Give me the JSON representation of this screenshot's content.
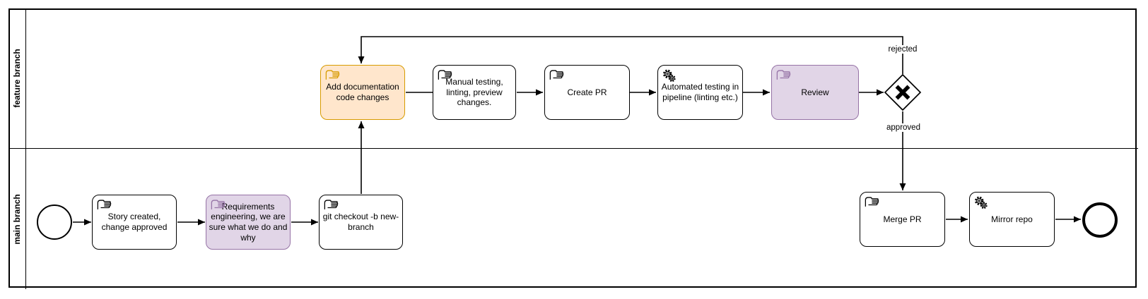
{
  "diagram_type": "BPMN process diagram (git branching workflow)",
  "lanes": [
    {
      "id": "feature-branch",
      "label": "feature branch"
    },
    {
      "id": "main-branch",
      "label": "main branch"
    }
  ],
  "nodes": {
    "start_event": {
      "type": "start-event"
    },
    "story_created": {
      "label": "Story created, change approved",
      "task_type": "manual",
      "lane": "main-branch"
    },
    "requirements_engineering": {
      "label": "Requirements engineering, we are sure what we do and why",
      "task_type": "manual",
      "lane": "main-branch",
      "highlight": "purple"
    },
    "git_checkout": {
      "label": "git checkout -b new-branch",
      "task_type": "manual",
      "lane": "main-branch"
    },
    "add_documentation": {
      "label": "Add documentation code changes",
      "task_type": "manual",
      "lane": "feature-branch",
      "highlight": "orange"
    },
    "manual_testing": {
      "label": "Manual testing, linting, preview changes.",
      "task_type": "manual",
      "lane": "feature-branch"
    },
    "create_pr": {
      "label": "Create PR",
      "task_type": "manual",
      "lane": "feature-branch"
    },
    "automated_testing": {
      "label": "Automated testing in pipeline (linting etc.)",
      "task_type": "service",
      "lane": "feature-branch"
    },
    "review": {
      "label": "Review",
      "task_type": "manual",
      "lane": "feature-branch",
      "highlight": "purple"
    },
    "decision_gateway": {
      "type": "exclusive-gateway"
    },
    "merge_pr": {
      "label": "Merge PR",
      "task_type": "manual",
      "lane": "main-branch"
    },
    "mirror_repo": {
      "label": "Mirror repo",
      "task_type": "service",
      "lane": "main-branch"
    },
    "end_event": {
      "type": "end-event"
    }
  },
  "edges": [
    {
      "from": "start_event",
      "to": "story_created"
    },
    {
      "from": "story_created",
      "to": "requirements_engineering"
    },
    {
      "from": "requirements_engineering",
      "to": "git_checkout"
    },
    {
      "from": "git_checkout",
      "to": "add_documentation"
    },
    {
      "from": "add_documentation",
      "to": "manual_testing"
    },
    {
      "from": "manual_testing",
      "to": "create_pr"
    },
    {
      "from": "create_pr",
      "to": "automated_testing"
    },
    {
      "from": "automated_testing",
      "to": "review"
    },
    {
      "from": "review",
      "to": "decision_gateway"
    },
    {
      "from": "decision_gateway",
      "to": "add_documentation",
      "label": "rejected"
    },
    {
      "from": "decision_gateway",
      "to": "merge_pr",
      "label": "approved"
    },
    {
      "from": "merge_pr",
      "to": "mirror_repo"
    },
    {
      "from": "mirror_repo",
      "to": "end_event"
    }
  ],
  "colors": {
    "background": "#ffffff",
    "line": "#000000",
    "task_orange_fill": "#ffe6cc",
    "task_orange_stroke": "#d79b00",
    "task_purple_fill": "#e1d5e7",
    "task_purple_stroke": "#9673a6"
  }
}
